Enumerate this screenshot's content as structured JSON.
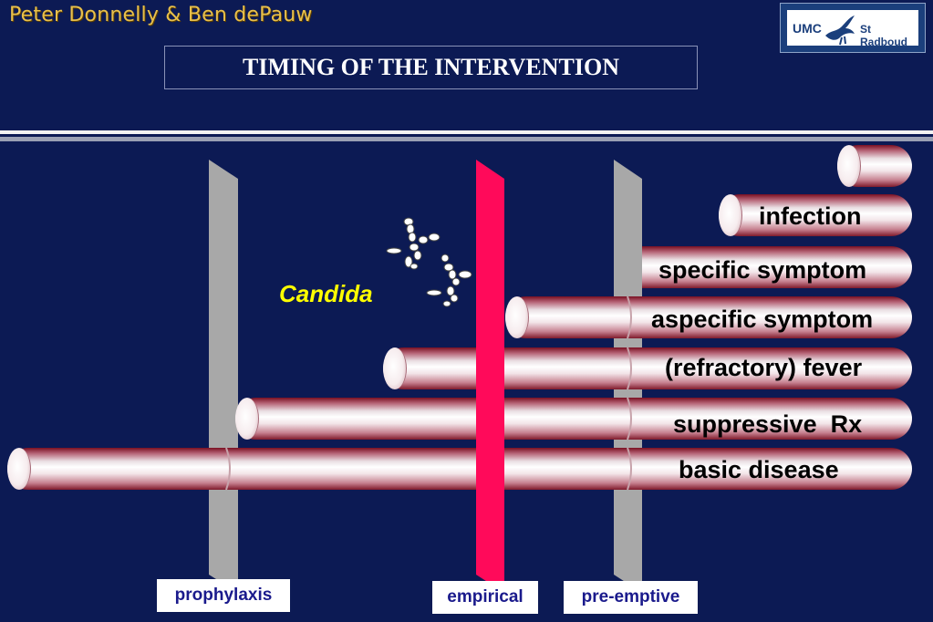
{
  "header": {
    "authors": "Peter Donnelly & Ben dePauw",
    "title": "TIMING OF THE INTERVENTION",
    "logo_left": "UMC",
    "logo_right": "St Radboud"
  },
  "organism_label": "Candida",
  "stages": [
    {
      "label": ""
    },
    {
      "label": "infection"
    },
    {
      "label": "specific symptom"
    },
    {
      "label": "aspecific symptom"
    },
    {
      "label": "(refractory) fever"
    },
    {
      "label": "suppressive  Rx"
    },
    {
      "label": "basic disease"
    }
  ],
  "interventions": [
    {
      "label": "prophylaxis",
      "color": "#a8a8a8"
    },
    {
      "label": "empirical",
      "color": "#ff0a5a"
    },
    {
      "label": "pre-emptive",
      "color": "#a8a8a8"
    }
  ],
  "colors": {
    "background": "#0c1a54",
    "pipe_dark": "#7a0f22",
    "title_text": "#ffffff",
    "organism_text": "#ffff00",
    "phase_text": "#1a1a8c"
  }
}
